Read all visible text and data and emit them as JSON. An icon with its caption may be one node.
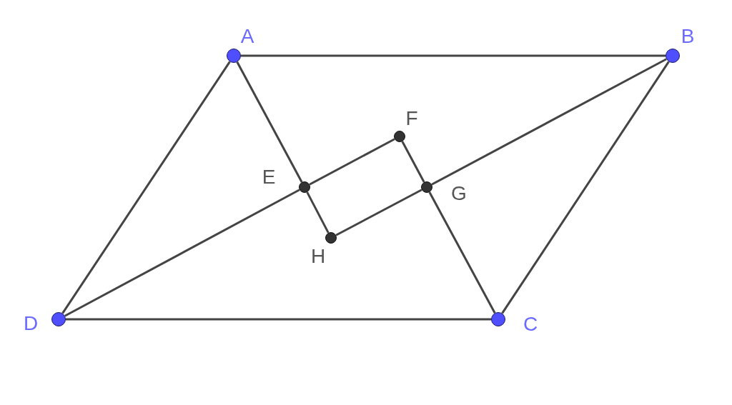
{
  "diagram": {
    "nodes": [
      {
        "text": [
          "A"
        ]
      },
      {
        "text": [
          "B"
        ]
      },
      {
        "text": [
          "C"
        ]
      },
      {
        "text": [
          "D"
        ]
      },
      {
        "text": [
          "E"
        ]
      },
      {
        "text": [
          "F"
        ]
      },
      {
        "text": [
          "G"
        ]
      },
      {
        "text": [
          "H"
        ]
      }
    ],
    "edges": [
      {
        "from": 0,
        "to": 1,
        "arrow": "none"
      },
      {
        "from": 3,
        "to": 2,
        "arrow": "none"
      },
      {
        "from": 0,
        "to": 3,
        "arrow": "none"
      },
      {
        "from": 1,
        "to": 2,
        "arrow": "none"
      },
      {
        "from": 0,
        "to": 4,
        "arrow": "none"
      },
      {
        "from": 4,
        "to": 7,
        "arrow": "none"
      },
      {
        "from": 3,
        "to": 4,
        "arrow": "none"
      },
      {
        "from": 4,
        "to": 5,
        "arrow": "none"
      },
      {
        "from": 7,
        "to": 6,
        "arrow": "none"
      },
      {
        "from": 6,
        "to": 1,
        "arrow": "none"
      },
      {
        "from": 5,
        "to": 6,
        "arrow": "none"
      },
      {
        "from": 6,
        "to": 2,
        "arrow": "none"
      }
    ]
  }
}
